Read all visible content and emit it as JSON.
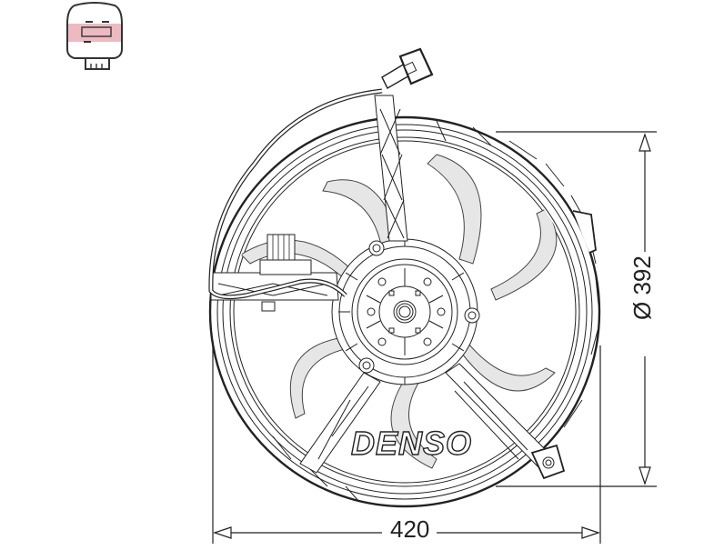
{
  "diagram": {
    "type": "technical-line-drawing",
    "subject": "radiator cooling fan with shroud",
    "brand_label": "DENSO",
    "dimensions": {
      "width_label": "420",
      "diameter_label": "Ø 392"
    },
    "components": {
      "fan_blades": 7,
      "connector": "electrical plug on cable",
      "resistor": "series resistor module on left strut",
      "struts": 3,
      "mounting_tabs": 2
    },
    "colors": {
      "line": "#222222",
      "blade_fill": "#e6e6e6",
      "background": "#ffffff",
      "logo_accent": "#e8a3ad"
    }
  },
  "logo": {
    "icon": "connector-badge-icon"
  }
}
